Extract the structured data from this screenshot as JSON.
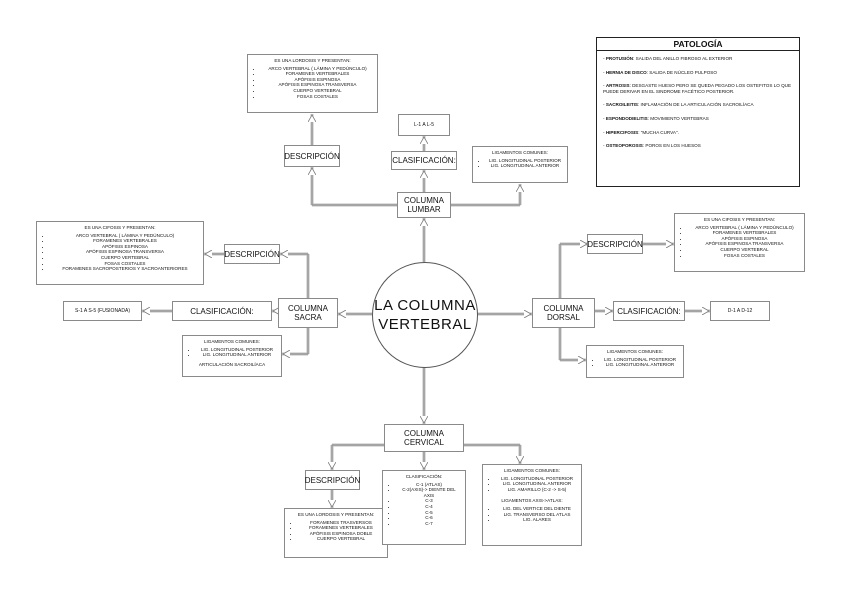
{
  "center": {
    "line1": "LA COLUMNA",
    "line2": "VERTEBRAL"
  },
  "lumbar": {
    "title_line1": "COLUMNA",
    "title_line2": "LUMBAR",
    "descripcion_label": "DESCRIPCIÓN",
    "clasificacion_label": "CLASIFICACIÓN:",
    "desc_intro": "ES UNA LORDOSIS Y PRESENTAN:",
    "desc_items": [
      "ARCO VERTEBRAL ( LÁMINA Y PEDÚNCULO)",
      "FORAMENES VERTEBRALES",
      "APÓFISIS ESPINOSA",
      "APÓFISIS ESPINOSA TRANSVERSA",
      "CUERPO VERTEBRAL",
      "FOSAS COSTALES"
    ],
    "clasificacion_value": "L-1 A L-5",
    "lig_title": "LIGAMENTOS COMUNES:",
    "lig_items": [
      "LIG. LONGITUDINAL POSTERIOR",
      "LIG. LONGITUDINAL ANTERIOR"
    ]
  },
  "sacra": {
    "title_line1": "COLUMNA",
    "title_line2": "SACRA",
    "descripcion_label": "DESCRIPCIÓN",
    "clasificacion_label": "CLASIFICACIÓN:",
    "desc_intro": "ES UNA CIFOSIS Y PRESENTAN:",
    "desc_items": [
      "ARCO VERTEBRAL ( LÁMINA Y PEDÚNCULO)",
      "FORAMENES VERTEBRALES",
      "APÓFISIS ESPINOSA",
      "APÓFISIS ESPINOSA TRANSVERSA",
      "CUERPO VERTEBRAL",
      "FOSAS COSTALES",
      "FORAMENES SACROPOSTERIOS Y SACROANTERIORES"
    ],
    "clasificacion_value": "S-1 A S-5 (FUSIONADA)",
    "lig_title": "LIGAMENTOS COMUNES:",
    "lig_items": [
      "LIG. LONGITUDINAL POSTERIOR",
      "LIG. LONGITUDINAL ANTERIOR"
    ],
    "lig_extra": "ARTICULACIÓN SACROILÍACA"
  },
  "dorsal": {
    "title_line1": "COLUMNA",
    "title_line2": "DORSAL",
    "descripcion_label": "DESCRIPCIÓN",
    "clasificacion_label": "CLASIFICACIÓN:",
    "desc_intro": "ES UNA CIFOSIS Y PRESENTAN:",
    "desc_items": [
      "ARCO VERTEBRAL ( LÁMINA Y PEDÚNCULO)",
      "FORAMENES VERTEBRALES",
      "APÓFISIS ESPINOSA",
      "APÓFISIS ESPINOSA TRANSVERSA",
      "CUERPO VERTEBRAL",
      "FOSAS COSTALES"
    ],
    "clasificacion_value": "D-1 A D-12",
    "lig_title": "LIGAMENTOS COMUNES:",
    "lig_items": [
      "LIG. LONGITUDINAL POSTERIOR",
      "LIG. LONGITUDINAL ANTERIOR"
    ]
  },
  "cervical": {
    "title_line1": "COLUMNA",
    "title_line2": "CERVICAL",
    "descripcion_label": "DESCRIPCIÓN",
    "desc_intro": "ES UNA LORDOSIS Y PRESENTAN:",
    "desc_items": [
      "FORAMENES TRASVERSOS",
      "FORAMENES VERTEBRALES",
      "APÓFISIS ESPINOSA DOBLE",
      "CUERPO VERTEBRAL"
    ],
    "clasificacion_title": "CLASIFICACIÓN:",
    "clasificacion_items": [
      "C-1 (ATLAS)",
      "C-2(AXIS)-> DIENTE DEL AXIS",
      "C-3",
      "C-4",
      "C-5",
      "C-6",
      "C-7"
    ],
    "lig_title": "LIGAMENTOS COMUNES:",
    "lig_items": [
      "LIG. LONGITUDINAL POSTERIOR",
      "LIG. LONGITUDINAL ANTERIOR",
      "LIG. AMARILLO (C-2 -> S-5)"
    ],
    "lig2_title": "LIGAMENTOS AXIS->ATLAS:",
    "lig2_items": [
      "LIG. DEL VERTICE DEL DIENTE",
      "LIG. TRANSVERSO DEL ATLAS",
      "LIG. ALARES"
    ]
  },
  "patologia": {
    "title": "PATOLOGÍA",
    "items": [
      {
        "term": "PROTUSIÓN",
        "text": ": SALIDA DEL ANILLO FIBROSO AL EXTERIOR"
      },
      {
        "term": "HERNIA DE DISCO",
        "text": ": SALIDA DE NÚCLEO PULPOSO"
      },
      {
        "term": "ARTROSIS",
        "text": ": DESGASTE HUESO PERO SE QUEDA PEGADO LOS OSTEFITOS LO QUE PUEDE DERIVAR EN EL SINDROME FACÉTICO POSTERIOR."
      },
      {
        "term": "SACROILEITIS",
        "text": ": INFLAMACIÓN DE LA ARTICULACIÓN SACROILÍACA"
      },
      {
        "term": "ESPONDODIELITIS",
        "text": ": MOVIMIENTO VERTEBRAS"
      },
      {
        "term": "HIPERCIFOSIS",
        "text": ": \"MUCHA CURVA\"."
      },
      {
        "term": "OSTEOPOROSIS",
        "text": ": POROS EN LOS HUESOS"
      }
    ]
  }
}
